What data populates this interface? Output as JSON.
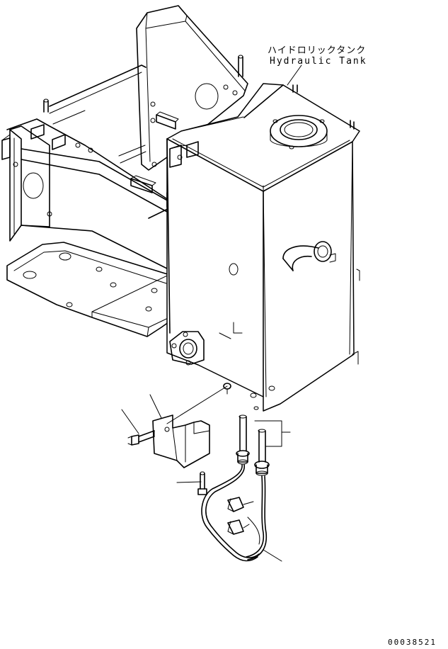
{
  "labels": {
    "hydraulic_tank_jp": "ハイドロリックタンク",
    "hydraulic_tank_en": "Hydraulic Tank"
  },
  "drawing_number": "00038521"
}
